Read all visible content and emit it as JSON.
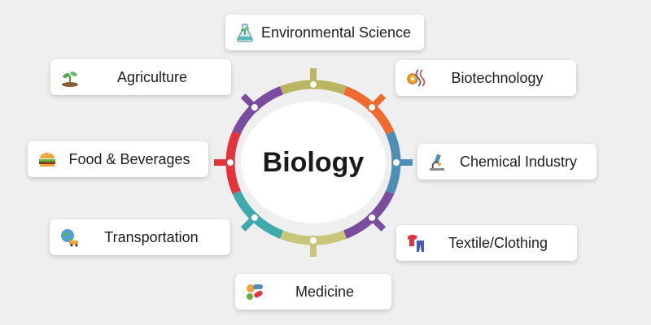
{
  "center_label": "Biology",
  "nodes": [
    {
      "label": "Environmental Science",
      "color": "#b9b560",
      "icon": "flask-plant-icon"
    },
    {
      "label": "Biotechnology",
      "color": "#ef6a2f",
      "icon": "dna-gear-icon"
    },
    {
      "label": "Chemical Industry",
      "color": "#4f8fb5",
      "icon": "microscope-icon"
    },
    {
      "label": "Textile/Clothing",
      "color": "#7a4d9e",
      "icon": "shirt-trousers-icon"
    },
    {
      "label": "Medicine",
      "color": "#c9c57a",
      "icon": "pills-icon"
    },
    {
      "label": "Transportation",
      "color": "#3fa9ad",
      "icon": "globe-vehicle-icon"
    },
    {
      "label": "Food & Beverages",
      "color": "#e3343e",
      "icon": "burger-icon"
    },
    {
      "label": "Agriculture",
      "color": "#7a4d9e",
      "icon": "plant-sprout-icon"
    }
  ]
}
